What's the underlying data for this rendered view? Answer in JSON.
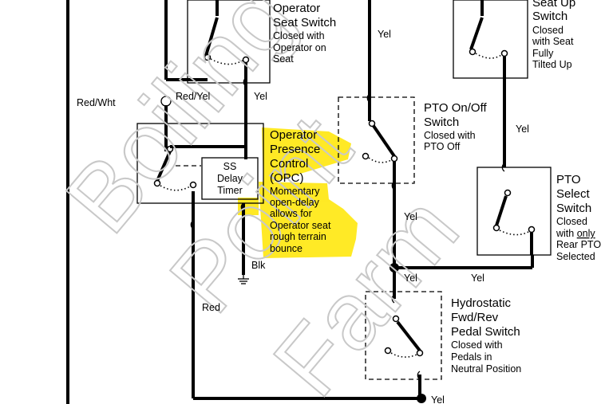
{
  "watermark": {
    "line1": "Boiling",
    "line2": "Point",
    "line3": "Farm"
  },
  "wires": {
    "red_wht": "Red/Wht",
    "red_yel": "Red/Yel",
    "yel_1": "Yel",
    "yel_2": "Yel",
    "yel_3": "Yel",
    "yel_4": "Yel",
    "yel_5": "Yel",
    "yel_6": "Yel",
    "yel_7": "Yel",
    "blk": "Blk",
    "red": "Red"
  },
  "components": {
    "seat_switch": {
      "title_1": "Operator",
      "title_2": "Seat Switch",
      "desc_1": "Closed with",
      "desc_2": "Operator on",
      "desc_3": "Seat"
    },
    "seat_up_switch": {
      "title_1": "Seat Up",
      "title_2": "Switch",
      "desc_1": "Closed",
      "desc_2": "with Seat",
      "desc_3": "Fully",
      "desc_4": "Tilted Up"
    },
    "pto_onoff": {
      "title_1": "PTO On/Off",
      "title_2": "Switch",
      "desc_1": "Closed with",
      "desc_2": "PTO Off"
    },
    "opc": {
      "timer_1": "SS",
      "timer_2": "Delay",
      "timer_3": "Timer",
      "title_1": "Operator",
      "title_2": "Presence",
      "title_3": "Control",
      "title_4": "(OPC)",
      "note_1": "Momentary",
      "note_2": "open-delay",
      "note_3": "allows for",
      "note_4": "Operator seat",
      "note_5": "rough terrain",
      "note_6": "bounce"
    },
    "pto_select": {
      "title_1": "PTO",
      "title_2": "Select",
      "title_3": "Switch",
      "desc_1": "Closed",
      "desc_2_a": "with ",
      "desc_2_b": "only",
      "desc_3": "Rear PTO",
      "desc_4": "Selected"
    },
    "hydro": {
      "title_1": "Hydrostatic",
      "title_2": "Fwd/Rev",
      "title_3": "Pedal Switch",
      "desc_1": "Closed with",
      "desc_2": "Pedals in",
      "desc_3": "Neutral Position"
    }
  },
  "colors": {
    "highlight": "#ffe600",
    "watermark": "#c8c8c8",
    "ink": "#000000"
  }
}
